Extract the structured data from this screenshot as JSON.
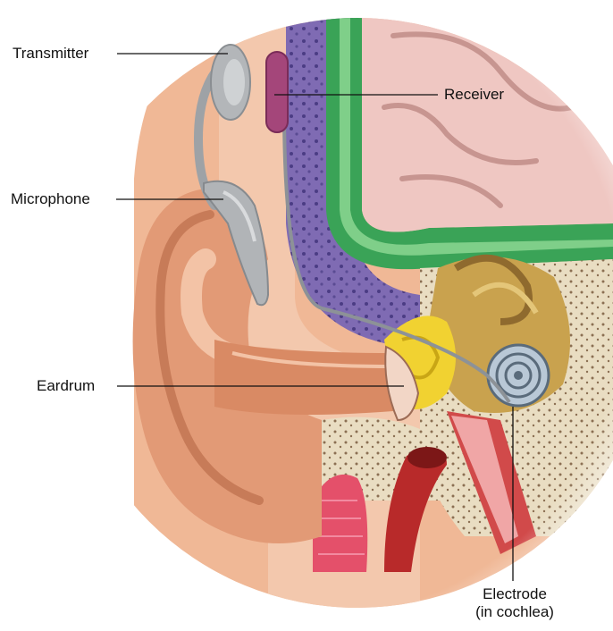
{
  "labels": {
    "transmitter": "Transmitter",
    "microphone": "Microphone",
    "eardrum": "Eardrum",
    "receiver": "Receiver",
    "electrode_line1": "Electrode",
    "electrode_line2": "(in cochlea)"
  },
  "colors": {
    "skin": "#e9a17a",
    "skin_dark": "#d98a64",
    "skin_light": "#f3c3a6",
    "skull_purple": "#7f6bb3",
    "dura_green": "#3aa357",
    "brain_pink": "#efc7c2",
    "bone": "#e9ddc2",
    "cochlea_gold": "#c9a24e",
    "device_gray": "#a6a9ad",
    "receiver_magenta": "#a4467a",
    "artery_red": "#b82a2a",
    "muscle_pink": "#e4506a",
    "ossicle_yellow": "#f1d231"
  }
}
